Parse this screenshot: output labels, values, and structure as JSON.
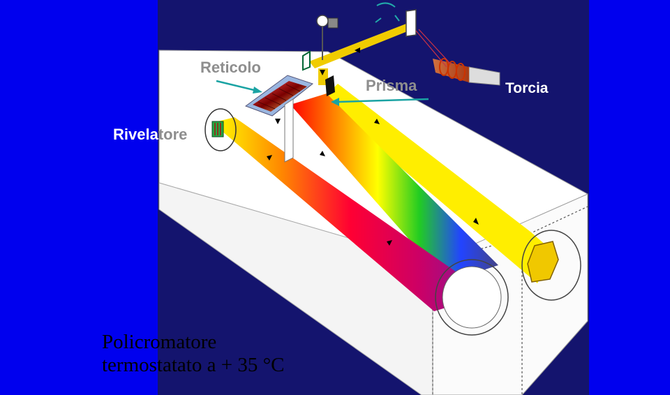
{
  "colors": {
    "outer_background": "#0000ee",
    "inner_background": "#14146e",
    "housing": "#ffffff",
    "beam_yellow": "#ffee00",
    "label_gray": "#8e8e8e",
    "pointer_teal": "#1aa3a3"
  },
  "labels": {
    "reticolo": "Reticolo",
    "prisma": "Prisma",
    "torcia": "Torcia",
    "rivelatore_head": "Rivela",
    "rivelatore_tail": "tore"
  },
  "caption": {
    "line1": "Policromatore",
    "line2": "termostatato a  + 35 °C"
  }
}
